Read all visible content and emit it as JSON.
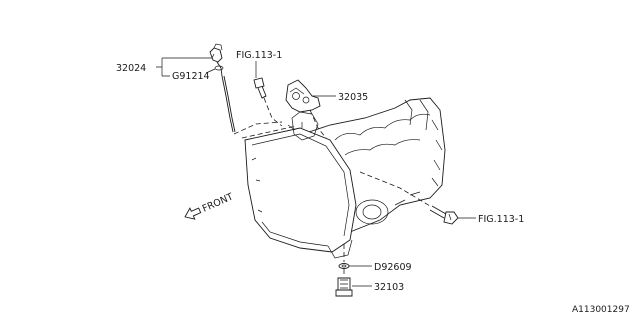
{
  "diagram": {
    "labels": {
      "part_32024": "32024",
      "part_g91214": "G91214",
      "fig_top": "FIG.113-1",
      "part_32035": "32035",
      "fig_bolt": "FIG.113-1",
      "part_d92609": "D92609",
      "part_32103": "32103",
      "front": "FRONT"
    },
    "footer": {
      "diagram_id": "A113001297"
    }
  }
}
